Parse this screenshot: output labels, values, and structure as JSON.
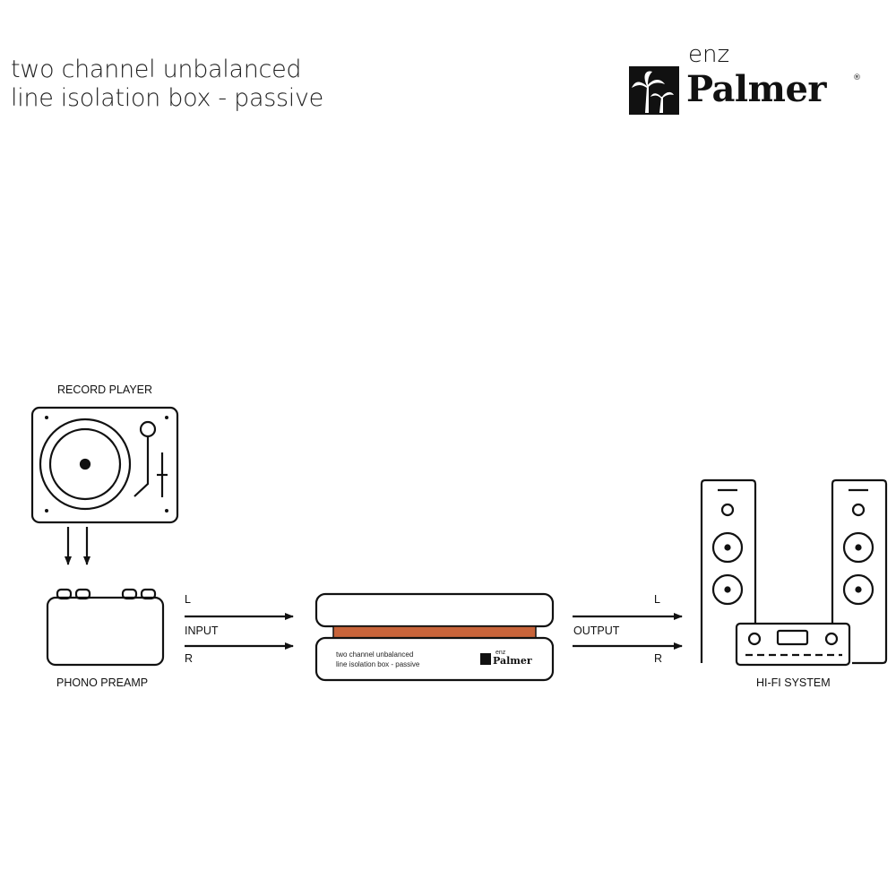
{
  "title": {
    "line1": "two channel unbalanced",
    "line2": "line isolation box - passive"
  },
  "brand": {
    "prefix": "enz",
    "name": "Palmer",
    "registered": "®",
    "logo_icon": "palm-tree-icon"
  },
  "devices": {
    "record_player": "RECORD PLAYER",
    "phono_preamp": "PHONO PREAMP",
    "hifi_system": "HI-FI SYSTEM"
  },
  "connections": {
    "input_label": "INPUT",
    "output_label": "OUTPUT",
    "left": "L",
    "right": "R"
  },
  "isolation_box": {
    "label_line1": "two channel unbalanced",
    "label_line2": "line isolation box - passive",
    "brand_prefix": "enz",
    "brand_name": "Palmer",
    "accent_color": "#c8643a"
  }
}
